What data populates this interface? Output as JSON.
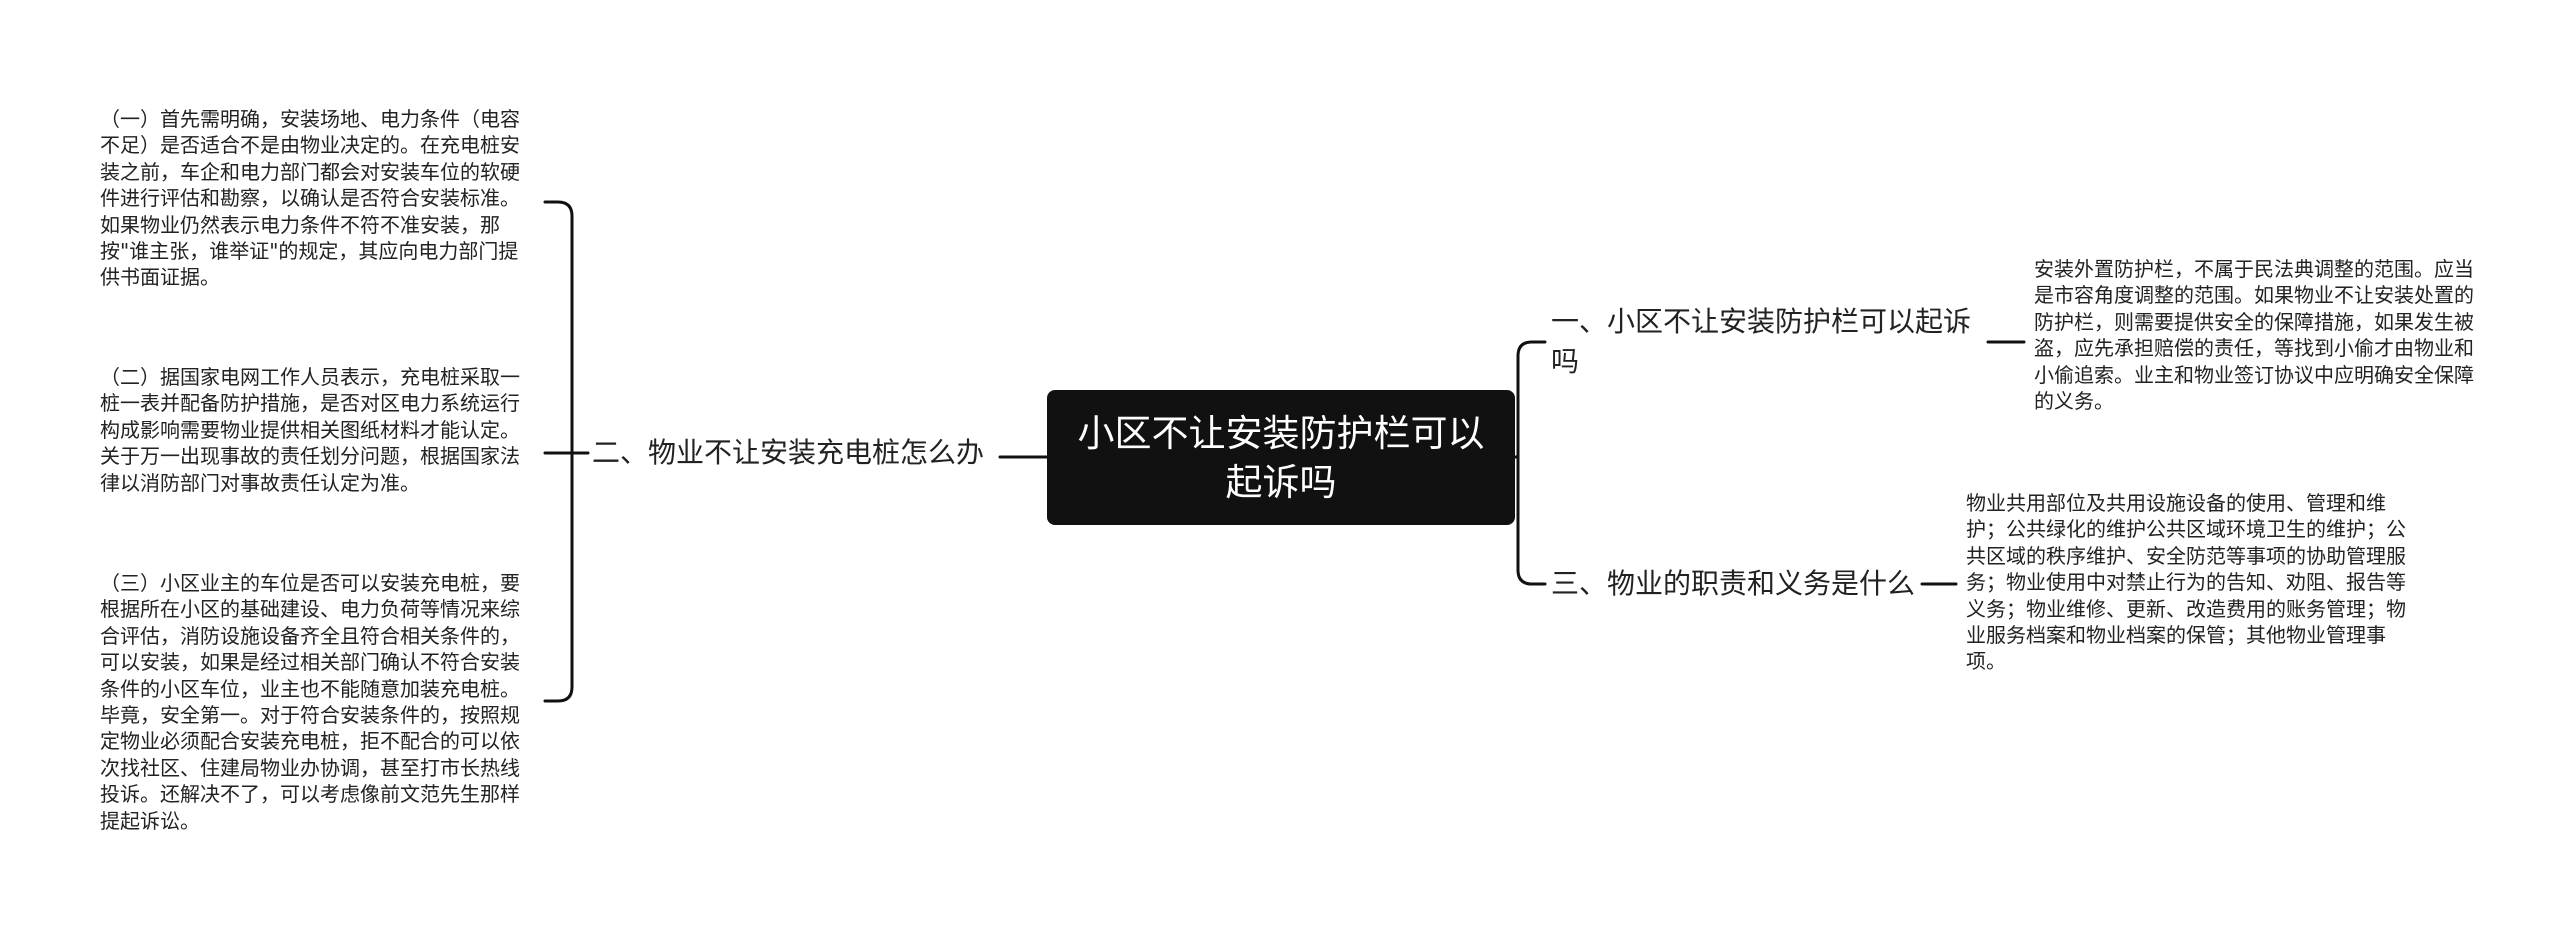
{
  "root": {
    "title": "小区不让安装防护栏可以起诉吗"
  },
  "branches": [
    {
      "label": "一、小区不让安装防护栏可以起诉吗",
      "leaves": [
        "安装外置防护栏，不属于民法典调整的范围。应当是市容角度调整的范围。如果物业不让安装处置的防护栏，则需要提供安全的保障措施，如果发生被盗，应先承担赔偿的责任，等找到小偷才由物业和小偷追索。业主和物业签订协议中应明确安全保障的义务。"
      ]
    },
    {
      "label": "二、物业不让安装充电桩怎么办",
      "leaves": [
        "（一）首先需明确，安装场地、电力条件（电容不足）是否适合不是由物业决定的。在充电桩安装之前，车企和电力部门都会对安装车位的软硬件进行评估和勘察，以确认是否符合安装标准。如果物业仍然表示电力条件不符不准安装，那按\"谁主张，谁举证\"的规定，其应向电力部门提供书面证据。",
        "（二）据国家电网工作人员表示，充电桩采取一桩一表并配备防护措施，是否对区电力系统运行构成影响需要物业提供相关图纸材料才能认定。关于万一出现事故的责任划分问题，根据国家法律以消防部门对事故责任认定为准。",
        "（三）小区业主的车位是否可以安装充电桩，要根据所在小区的基础建设、电力负荷等情况来综合评估，消防设施设备齐全且符合相关条件的，可以安装，如果是经过相关部门确认不符合安装条件的小区车位，业主也不能随意加装充电桩。毕竟，安全第一。对于符合安装条件的，按照规定物业必须配合安装充电桩，拒不配合的可以依次找社区、住建局物业办协调，甚至打市长热线投诉。还解决不了，可以考虑像前文范先生那样提起诉讼。"
      ]
    },
    {
      "label": "三、物业的职责和义务是什么",
      "leaves": [
        "物业共用部位及共用设施设备的使用、管理和维护；公共绿化的维护公共区域环境卫生的维护；公共区域的秩序维护、安全防范等事项的协助管理服务；物业使用中对禁止行为的告知、劝阻、报告等义务；物业维修、更新、改造费用的账务管理；物业服务档案和物业档案的保管；其他物业管理事项。"
      ]
    }
  ],
  "colors": {
    "root_bg": "#111111",
    "root_text": "#ffffff",
    "line": "#111111",
    "text": "#222222"
  }
}
